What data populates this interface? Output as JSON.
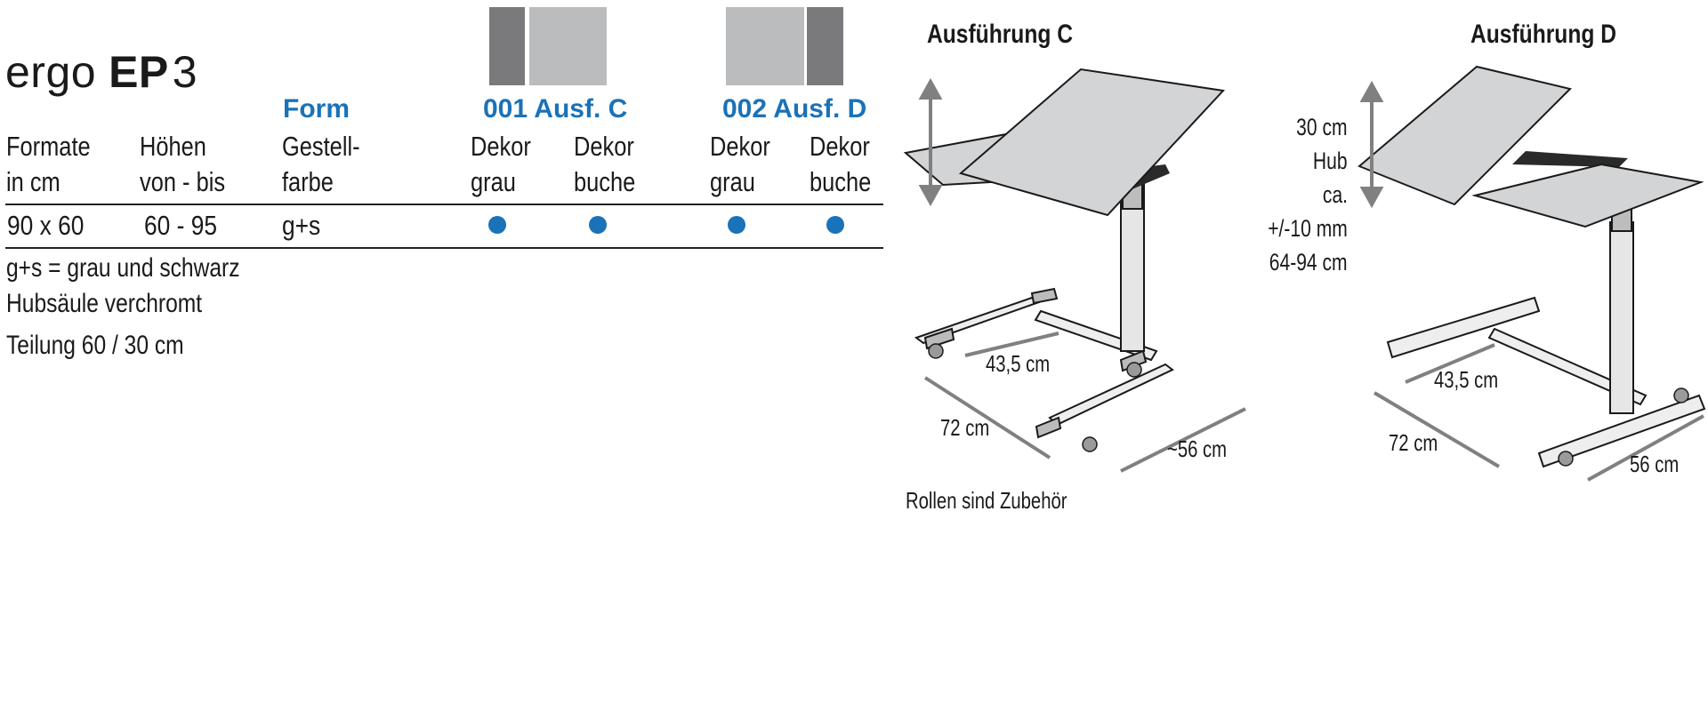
{
  "brand": {
    "prefix": "ergo",
    "model": "EP",
    "number": "3"
  },
  "variants": [
    {
      "label": "001 Ausf. C"
    },
    {
      "label": "002 Ausf. D"
    }
  ],
  "table": {
    "form_label": "Form",
    "headers": {
      "formate": "Formate\nin cm",
      "hoehen": "Höhen\nvon - bis",
      "gestell": "Gestell-\nfarbe",
      "dekor1": "Dekor\ngrau",
      "dekor2": "Dekor\nbuche",
      "dekor3": "Dekor\ngrau",
      "dekor4": "Dekor\nbuche"
    },
    "row": {
      "format": "90 x 60",
      "heights": "60 - 95",
      "frame": "g+s"
    }
  },
  "notes": [
    "g+s = grau und schwarz",
    "Hubsäule verchromt",
    "Teilung 60 / 30 cm"
  ],
  "drawing_c": {
    "title": "Ausführung C",
    "dim_depth": "43,5 cm",
    "dim_width": "72 cm",
    "dim_base": "~56 cm",
    "caption": "Rollen sind Zubehör"
  },
  "drawing_d": {
    "title": "Ausführung D",
    "spec": [
      "30 cm",
      "Hub",
      "ca.",
      "+/-10 mm",
      "64-94 cm"
    ],
    "dim_depth": "43,5 cm",
    "dim_width": "72 cm",
    "dim_base": "56 cm"
  },
  "colors": {
    "accent_blue": "#1a72b8",
    "swatch_grey_dark": "#7a7a7c",
    "swatch_grey_light": "#bbbcbe",
    "table_top": "#d3d4d6"
  }
}
